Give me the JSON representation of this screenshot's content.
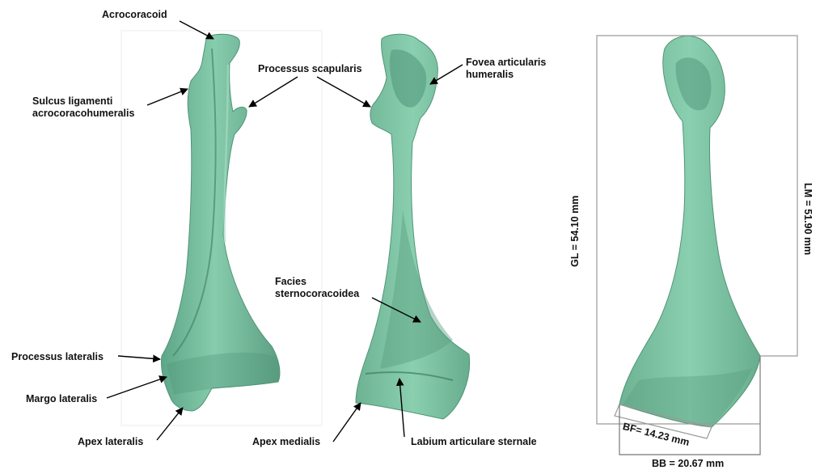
{
  "labels": {
    "acrocoracoid": "Acrocoracoid",
    "processus_scapularis": "Processus scapularis",
    "fovea_line1": "Fovea articularis",
    "fovea_line2": "humeralis",
    "sulcus_line1": "Sulcus ligamenti",
    "sulcus_line2": "acrocoracohumeralis",
    "facies_line1": "Facies",
    "facies_line2": "sternocoracoidea",
    "processus_lateralis": "Processus lateralis",
    "margo_lateralis": "Margo lateralis",
    "apex_lateralis": "Apex lateralis",
    "apex_medialis": "Apex medialis",
    "labium": "Labium articulare sternale"
  },
  "measurements": {
    "gl": "GL = 54.10 mm",
    "lm": "LM = 51.90 mm",
    "bf": "BF= 14.23 mm",
    "bb": "BB = 20.67 mm"
  },
  "colors": {
    "bone": "#79c1a1",
    "bone_shade": "#4f9478",
    "bone_dark": "#3f7c64",
    "box": "#9a9a9a"
  }
}
